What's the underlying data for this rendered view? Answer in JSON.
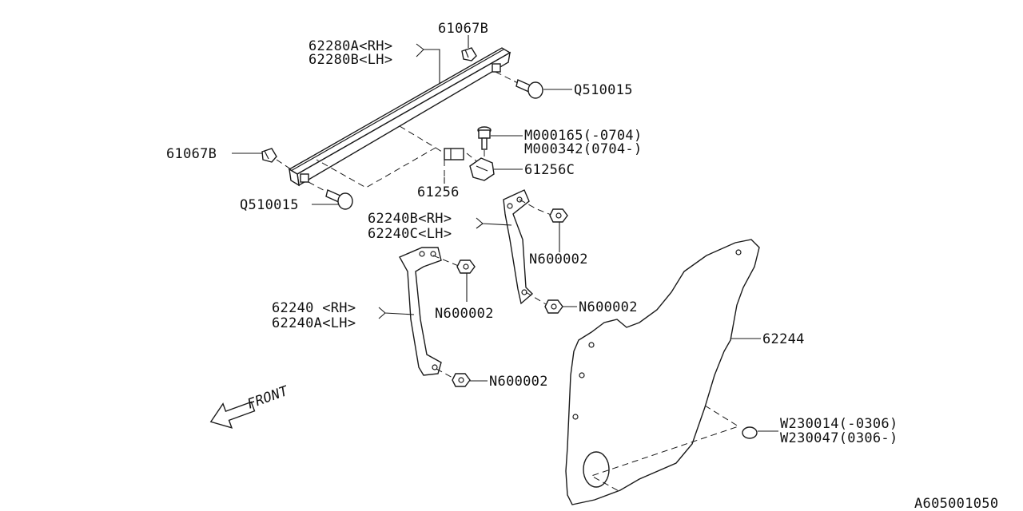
{
  "labels": {
    "clip_top": "61067B",
    "sash_rh": "62280A<RH>",
    "sash_lh": "62280B<LH>",
    "screw_top": "Q510015",
    "bolt_a": "M000165(-0704)",
    "bolt_b": "M000342(0704-)",
    "clip_left": "61067B",
    "bracket_c": "61256C",
    "bracket": "61256",
    "screw_left": "Q510015",
    "rear_guide_rh": "62240B<RH>",
    "rear_guide_lh": "62240C<LH>",
    "nut_rear_upper": "N600002",
    "nut_rear_lower": "N600002",
    "front_guide_rh": "62240 <RH>",
    "front_guide_lh": "62240A<LH>",
    "nut_front_upper": "N600002",
    "nut_front_lower": "N600002",
    "sealing_cover": "62244",
    "plug_a": "W230014(-0306)",
    "plug_b": "W230047(0306-)",
    "front_marker": "FRONT",
    "diagram_code": "A605001050"
  }
}
